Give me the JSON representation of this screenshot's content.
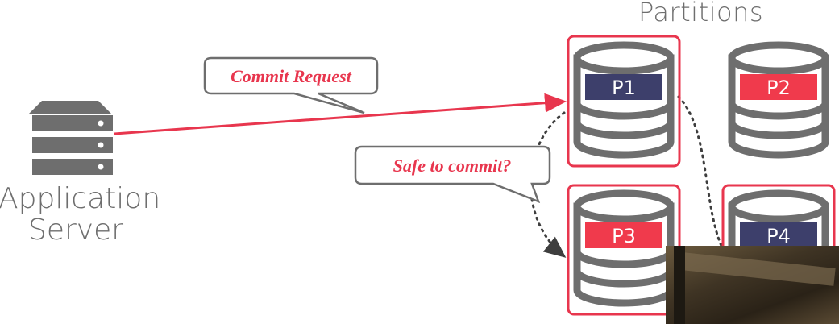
{
  "diagram": {
    "partitions_title": "Partitions",
    "app_server": {
      "line1": "Application",
      "line2": "Server",
      "icon": "server-icon"
    },
    "callouts": {
      "commit_request": "Commit Request",
      "safe_to_commit": "Safe to commit?"
    },
    "partitions": [
      {
        "label": "P1",
        "band_color": "#3d3f6b",
        "highlighted": true
      },
      {
        "label": "P2",
        "band_color": "#f03a4c",
        "highlighted": false
      },
      {
        "label": "P3",
        "band_color": "#f03a4c",
        "highlighted": true
      },
      {
        "label": "P4",
        "band_color": "#3d3f6b",
        "highlighted": true
      }
    ],
    "colors": {
      "accent": "#e8364e",
      "gray": "#6e6e6e",
      "navy": "#3d3f6b"
    }
  }
}
